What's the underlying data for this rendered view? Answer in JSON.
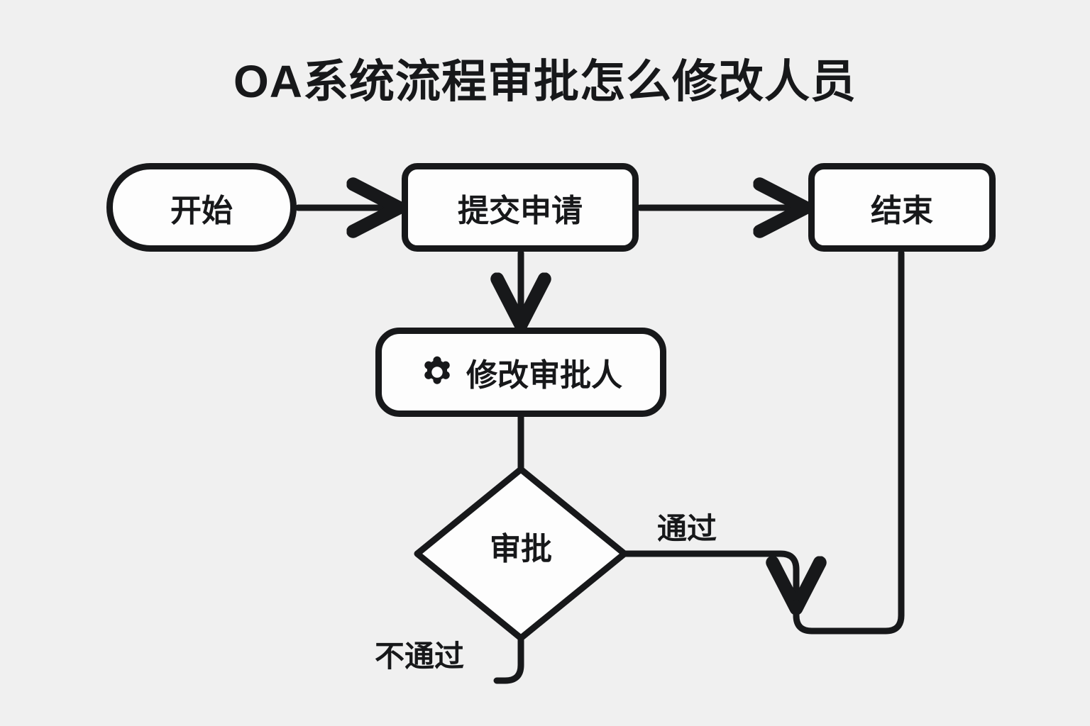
{
  "page": {
    "title": "OA系统流程审批怎么修改人员",
    "background_color": "#f0f0f0",
    "stroke_color": "#17181a",
    "node_fill_color": "#fdfdfd"
  },
  "diagram": {
    "type": "flowchart",
    "nodes": [
      {
        "id": "start",
        "label": "开始",
        "shape": "stadium"
      },
      {
        "id": "submit",
        "label": "提交申请",
        "shape": "rounded-rect"
      },
      {
        "id": "end",
        "label": "结束",
        "shape": "rounded-rect"
      },
      {
        "id": "modify",
        "label": "修改审批人",
        "shape": "rounded-rect",
        "icon": "gear-icon"
      },
      {
        "id": "review",
        "label": "审批",
        "shape": "diamond"
      }
    ],
    "edges": [
      {
        "from": "start",
        "to": "submit",
        "label": ""
      },
      {
        "from": "submit",
        "to": "end",
        "label": ""
      },
      {
        "from": "submit",
        "to": "modify",
        "label": ""
      },
      {
        "from": "modify",
        "to": "review",
        "label": ""
      },
      {
        "from": "review",
        "to": "end",
        "label": "通过"
      },
      {
        "from": "review",
        "to": "submit",
        "label": "不通过"
      }
    ],
    "edge_labels": {
      "pass": "通过",
      "fail": "不通过"
    }
  }
}
